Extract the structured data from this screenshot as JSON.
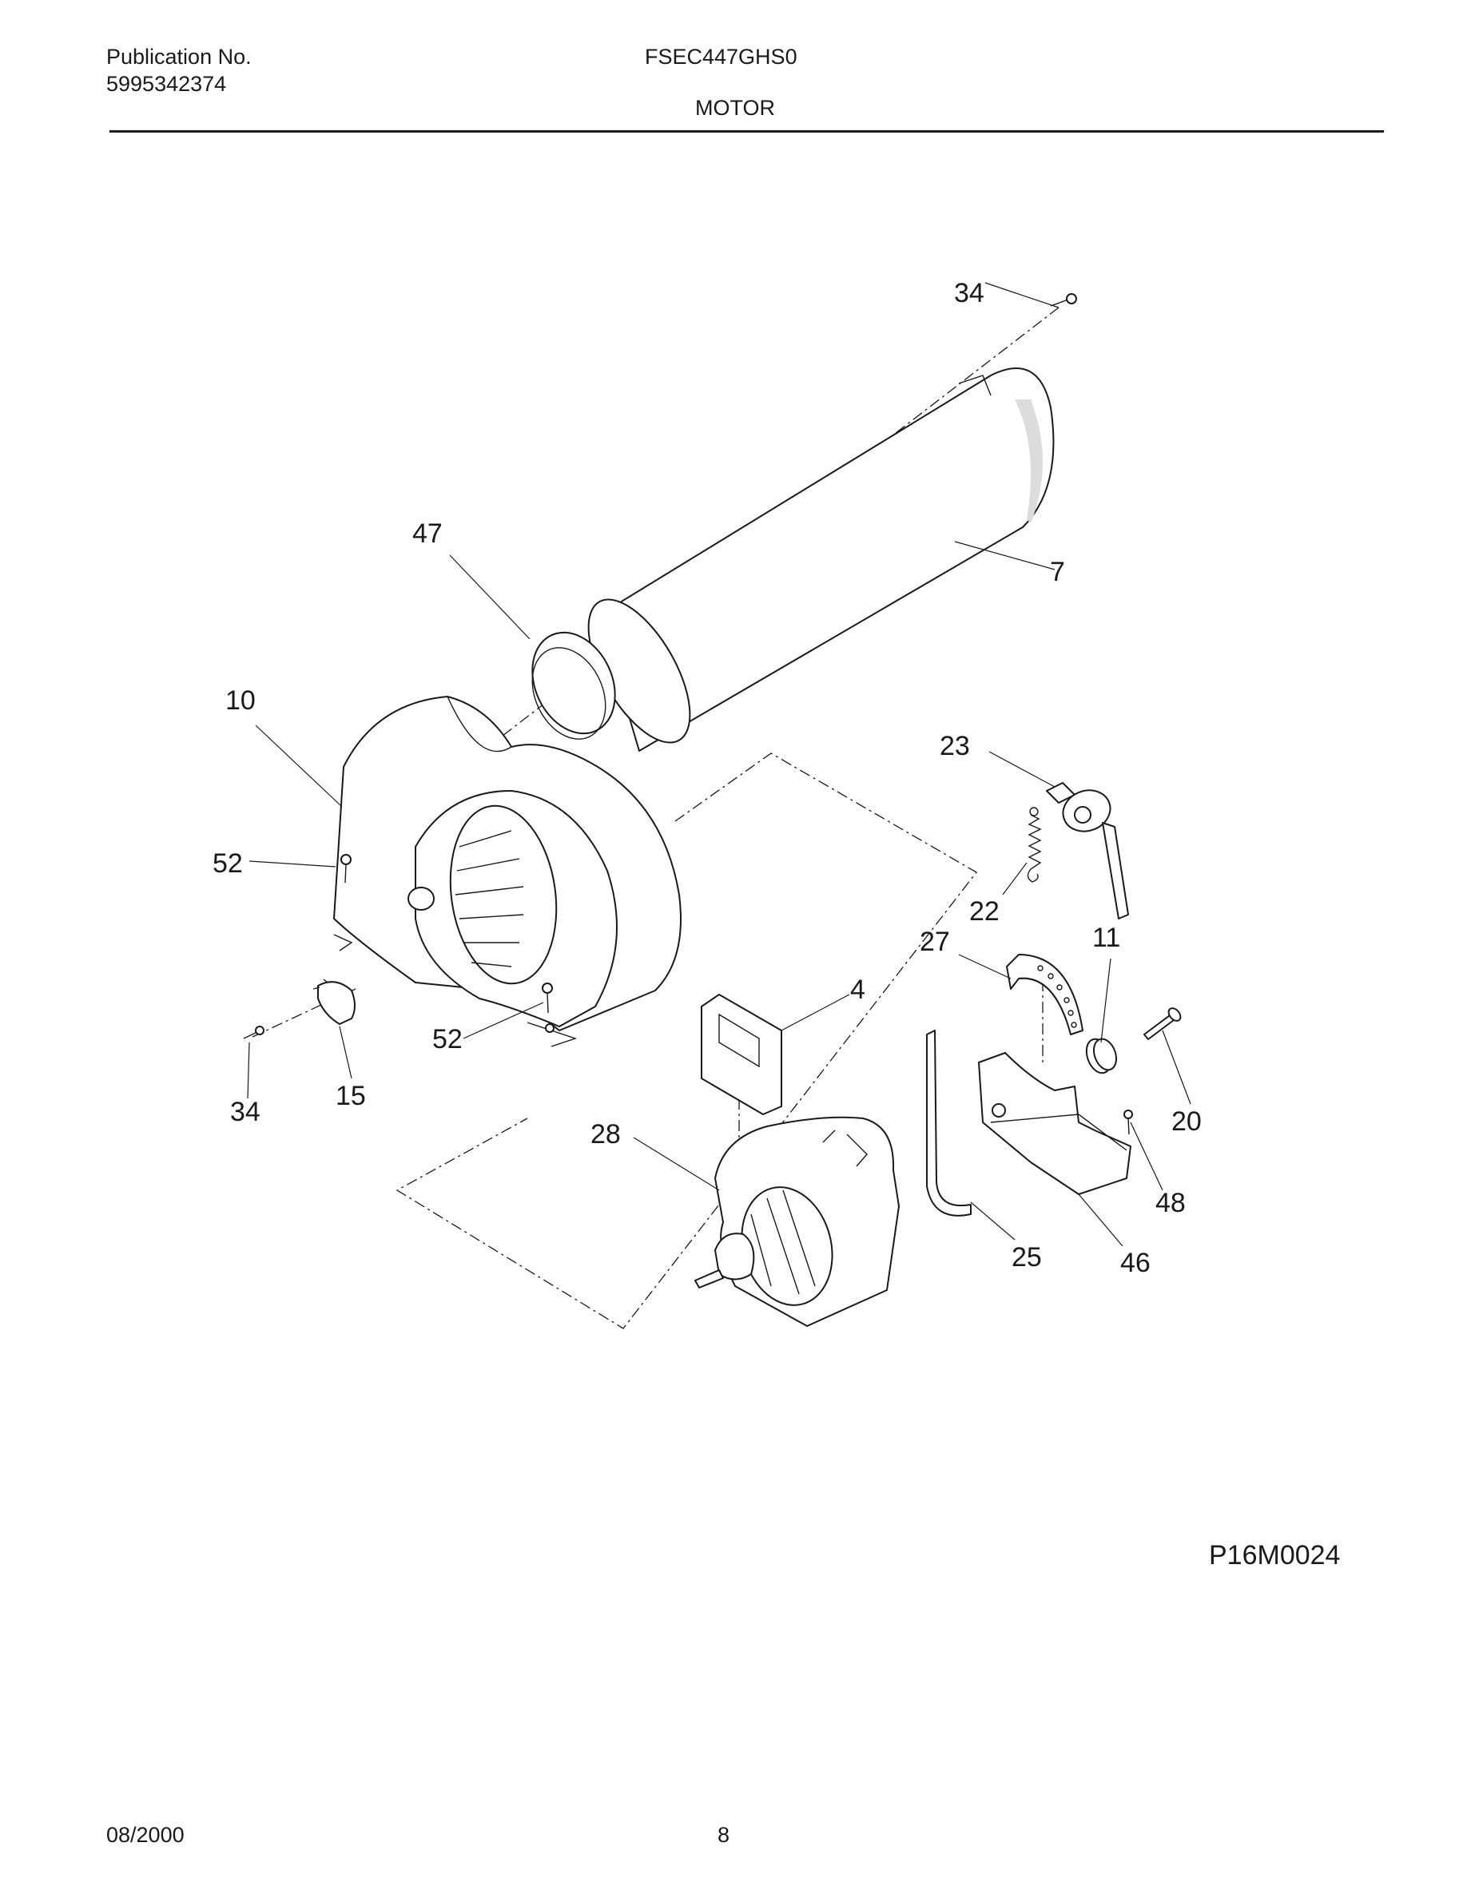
{
  "header": {
    "publication_label": "Publication No.",
    "publication_number": "5995342374",
    "model": "FSEC447GHS0",
    "section": "MOTOR"
  },
  "diagram": {
    "reference_code": "P16M0024",
    "callouts": {
      "c34_top": "34",
      "c47": "47",
      "c7": "7",
      "c10": "10",
      "c23": "23",
      "c52_left": "52",
      "c22": "22",
      "c27": "27",
      "c11": "11",
      "c4": "4",
      "c52_bottom": "52",
      "c34_left": "34",
      "c15": "15",
      "c20": "20",
      "c28": "28",
      "c48": "48",
      "c25": "25",
      "c46": "46"
    }
  },
  "footer": {
    "date": "08/2000",
    "page": "8"
  }
}
